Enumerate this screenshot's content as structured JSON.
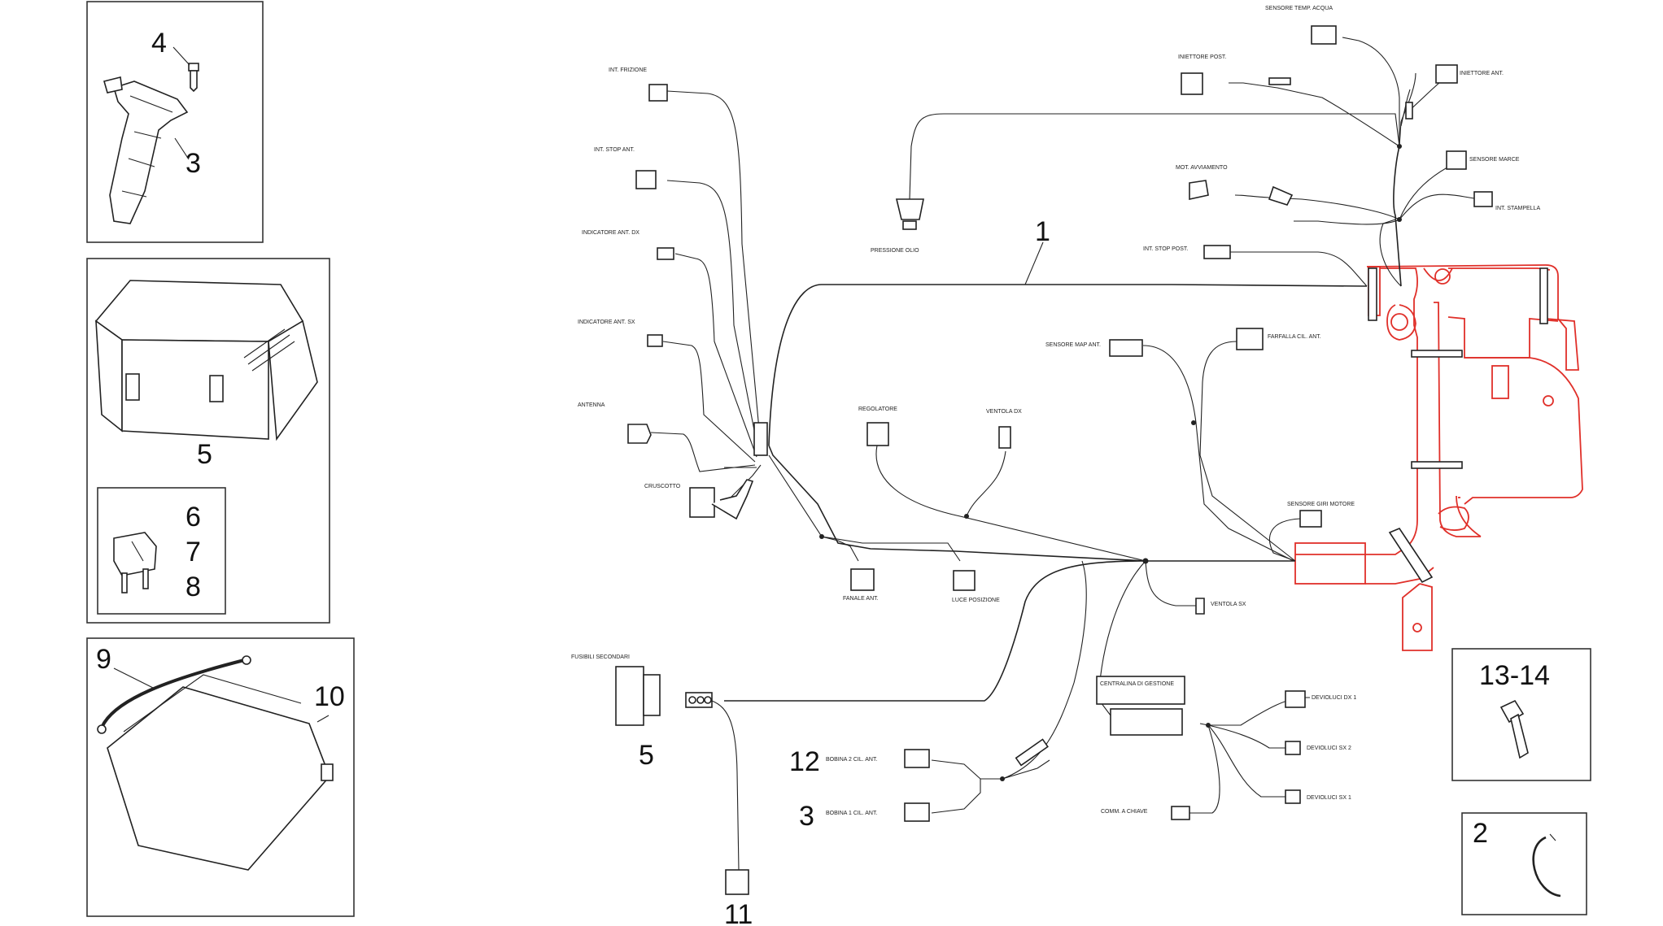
{
  "diagram": {
    "part_numbers": {
      "p1": "1",
      "p2": "2",
      "p3_coil": "3",
      "p3_harness": "3",
      "p4": "4",
      "p5_box": "5",
      "p5_harness": "5",
      "p6": "6",
      "p7": "7",
      "p8": "8",
      "p9": "9",
      "p10": "10",
      "p11": "11",
      "p12": "12",
      "p13_14": "13-14"
    },
    "connector_labels": {
      "int_frizione": "INT. FRIZIONE",
      "int_stop_ant": "INT. STOP ANT.",
      "indicatore_ant_dx": "INDICATORE ANT. DX",
      "indicatore_ant_sx": "INDICATORE ANT. SX",
      "antenna": "ANTENNA",
      "cruscotto": "CRUSCOTTO",
      "fanale_ant": "FANALE ANT.",
      "luce_posizione": "LUCE POSIZIONE",
      "regolatore": "REGOLATORE",
      "ventola_dx": "VENTOLA DX",
      "ventola_sx": "VENTOLA SX",
      "pressione_olio": "PRESSIONE OLIO",
      "iniettore_post": "INIETTORE POST.",
      "sensore_temp_acqua": "SENSORE TEMP. ACQUA",
      "iniettore_ant": "INIETTORE ANT.",
      "mot_avviamento": "MOT. AVVIAMENTO",
      "sensore_marce": "SENSORE MARCE",
      "int_stampella": "INT. STAMPELLA",
      "int_stop_post": "INT. STOP POST.",
      "sensore_map_ant": "SENSORE MAP ANT.",
      "farfalla_cil_ant": "FARFALLA CIL. ANT.",
      "sensore_giri_motore": "SENSORE GIRI MOTORE",
      "fusibili_secondari": "FUSIBILI SECONDARI",
      "bobina_2_cil_ant": "BOBINA 2 CIL. ANT.",
      "bobina_1_cil_ant": "BOBINA 1 CIL. ANT.",
      "centralina": "CENTRALINA DI GESTIONE",
      "devioluci_dx_1": "DEVIOLUCI DX 1",
      "devioluci_sx_2": "DEVIOLUCI SX 2",
      "devioluci_sx_1": "DEVIOLUCI SX 1",
      "comm_chiave": "COMM. A CHIAVE"
    }
  }
}
